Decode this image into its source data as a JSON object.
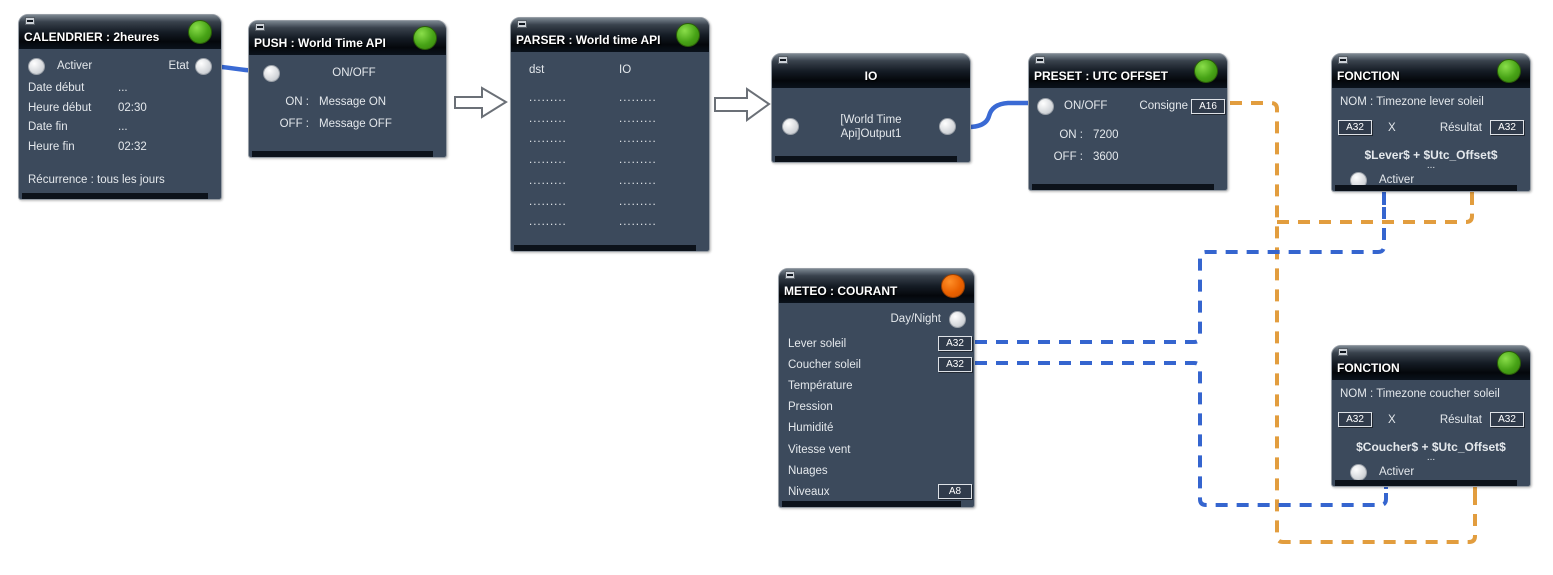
{
  "colors": {
    "canvas_bg": "#ffffff",
    "node_body": "#3c4a5c",
    "node_title_dark": "#05080c",
    "line_blue": "#3565cf",
    "line_orange": "#e29d3e",
    "status_green": "#47a316",
    "status_orange": "#ea6100",
    "port_gray": "#d3d6da"
  },
  "icons": {
    "minimize_icon": "−",
    "status_led": "●",
    "port": "○",
    "flow_arrow": "⇨"
  },
  "nodes": {
    "calendrier": {
      "title": "CALENDRIER : 2heures",
      "status": "green",
      "activer_label": "Activer",
      "etat_label": "Etat",
      "fields": [
        {
          "label": "Date début",
          "value": "..."
        },
        {
          "label": "Heure début",
          "value": "02:30"
        },
        {
          "label": "Date fin",
          "value": "..."
        },
        {
          "label": "Heure fin",
          "value": "02:32"
        }
      ],
      "footer": "Récurrence : tous les jours"
    },
    "push": {
      "title": "PUSH : World Time API",
      "status": "green",
      "onoff_label": "ON/OFF",
      "on_label": "ON :",
      "on_value": "Message ON",
      "off_label": "OFF :",
      "off_value": "Message OFF"
    },
    "parser": {
      "title": "PARSER : World time API",
      "status": "green",
      "col1": "dst",
      "col2": "IO",
      "rows": [
        {
          "dst": ".........",
          "io": "........."
        },
        {
          "dst": ".........",
          "io": "........."
        },
        {
          "dst": ".........",
          "io": "........."
        },
        {
          "dst": ".........",
          "io": "........."
        },
        {
          "dst": ".........",
          "io": "........."
        },
        {
          "dst": ".........",
          "io": "........."
        },
        {
          "dst": ".........",
          "io": "........."
        }
      ]
    },
    "io": {
      "title": "IO",
      "output_label": "[World Time Api]Output1"
    },
    "preset": {
      "title": "PRESET : UTC OFFSET",
      "status": "green",
      "onoff_label": "ON/OFF",
      "consigne_label": "Consigne",
      "consigne_badge": "A16",
      "on_label": "ON :",
      "on_value": "7200",
      "off_label": "OFF :",
      "off_value": "3600"
    },
    "fonction1": {
      "title": "FONCTION",
      "status": "green",
      "nom": "NOM : Timezone lever soleil",
      "badge_left": "A32",
      "x_label": "X",
      "resultat_label": "Résultat",
      "badge_right": "A32",
      "formula": "$Lever$ + $Utc_Offset$",
      "ellipsis": "...",
      "activer_label": "Activer"
    },
    "meteo": {
      "title": "METEO : COURANT",
      "status": "orange",
      "daynight_label": "Day/Night",
      "rows": [
        {
          "label": "Lever soleil",
          "badge": "A32"
        },
        {
          "label": "Coucher soleil",
          "badge": "A32"
        },
        {
          "label": "Température",
          "badge": ""
        },
        {
          "label": "Pression",
          "badge": ""
        },
        {
          "label": "Humidité",
          "badge": ""
        },
        {
          "label": "Vitesse vent",
          "badge": ""
        },
        {
          "label": "Nuages",
          "badge": ""
        },
        {
          "label": "Niveaux",
          "badge": "A8"
        }
      ]
    },
    "fonction2": {
      "title": "FONCTION",
      "status": "green",
      "nom": "NOM : Timezone coucher soleil",
      "badge_left": "A32",
      "x_label": "X",
      "resultat_label": "Résultat",
      "badge_right": "A32",
      "formula": "$Coucher$ + $Utc_Offset$",
      "ellipsis": "...",
      "activer_label": "Activer"
    }
  }
}
